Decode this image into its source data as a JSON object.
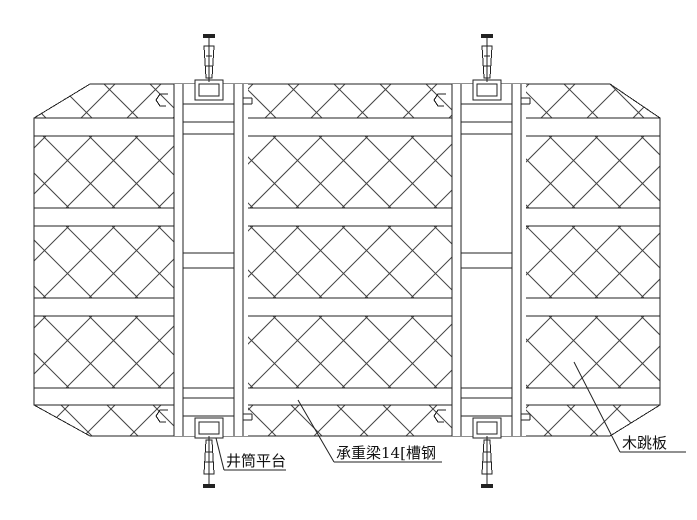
{
  "labels": {
    "shaft_platform": "井筒平台",
    "bearing_beam": "承重梁14[槽钢",
    "wood_board": "木跳板"
  },
  "colors": {
    "line": "#222222",
    "background": "#ffffff"
  }
}
